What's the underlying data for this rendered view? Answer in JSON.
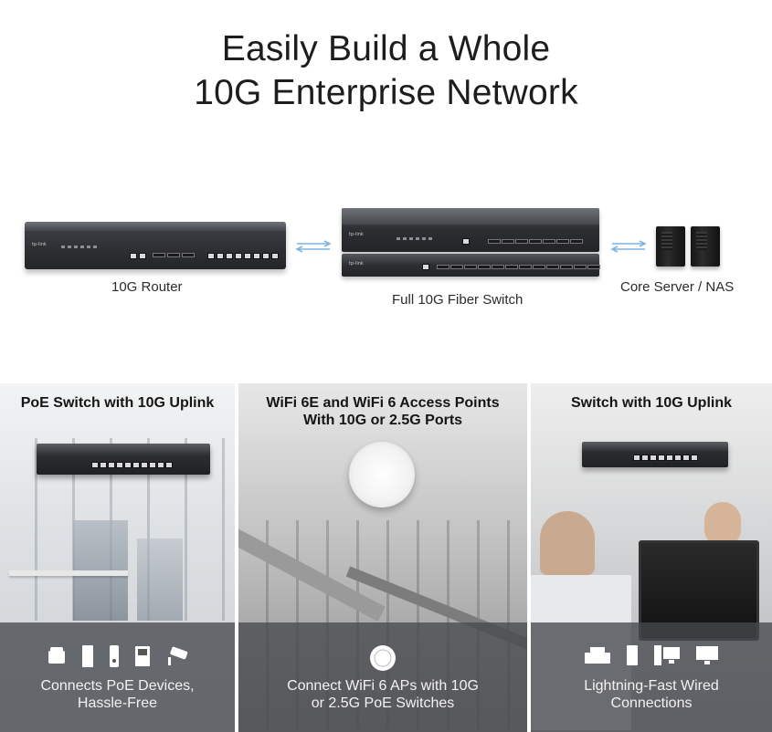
{
  "headline": {
    "line1": "Easily Build a Whole",
    "line2": "10G Enterprise Network"
  },
  "diagram": {
    "router_label": "10G Router",
    "switch_label": "Full 10G Fiber Switch",
    "server_label": "Core Server / NAS"
  },
  "panels": [
    {
      "title": "PoE Switch with 10G Uplink",
      "caption": "Connects PoE Devices,\nHassle-Free",
      "icons": [
        "phone-icon",
        "tablet-icon",
        "doorbell-icon",
        "intercom-icon",
        "camera-icon"
      ]
    },
    {
      "title": "WiFi 6E and WiFi 6 Access Points\nWith 10G or 2.5G Ports",
      "caption": "Connect WiFi 6 APs with 10G\nor 2.5G PoE Switches",
      "icons": [
        "access-point-icon"
      ]
    },
    {
      "title": "Switch with 10G Uplink",
      "caption": "Lightning-Fast Wired\nConnections",
      "icons": [
        "printer-icon",
        "nas-icon",
        "desktop-icon",
        "monitor-icon"
      ]
    }
  ]
}
